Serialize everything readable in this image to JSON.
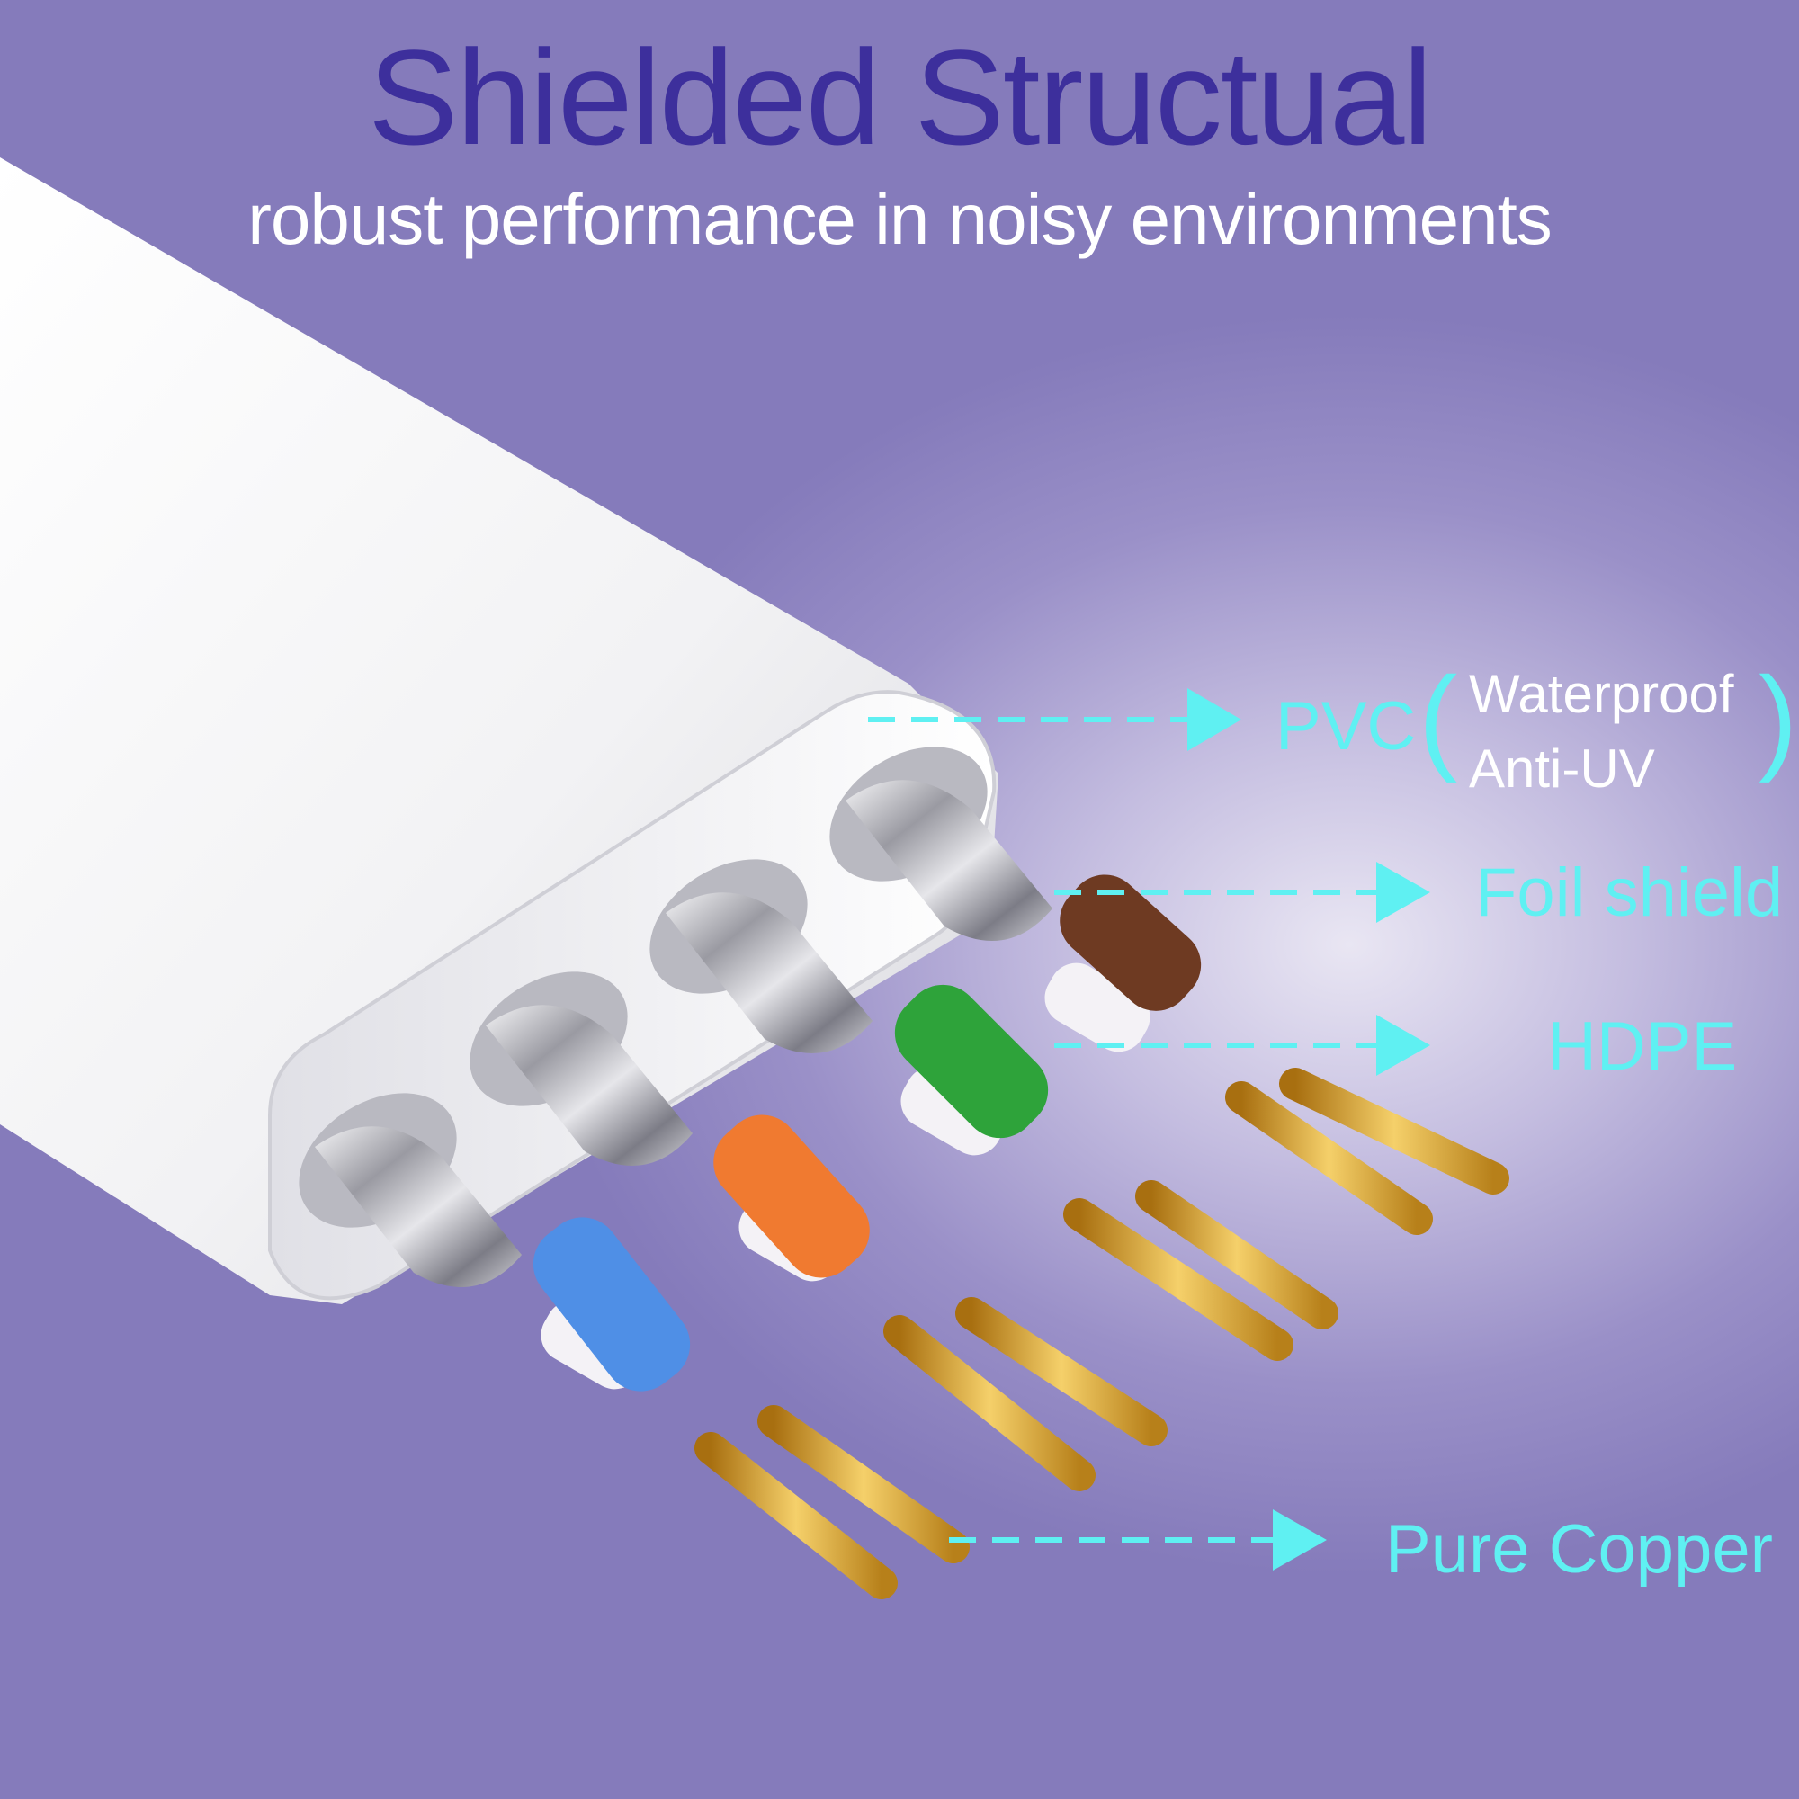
{
  "title": "Shielded Structual",
  "subtitle": "robust performance in noisy environments",
  "labels": {
    "pvc": "PVC",
    "pvc_features": [
      "Waterproof",
      "Anti-UV"
    ],
    "foil": "Foil shield",
    "hdpe": "HDPE",
    "copper": "Pure Copper"
  },
  "colors": {
    "title": "#3d2f9c",
    "callout": "#5ff0f2",
    "background": "#8a80c0",
    "wire_blue": "#4f8fe6",
    "wire_orange": "#f07a30",
    "wire_green": "#2ea33a",
    "wire_brown": "#6e3a22",
    "copper": "#d9a12c"
  }
}
